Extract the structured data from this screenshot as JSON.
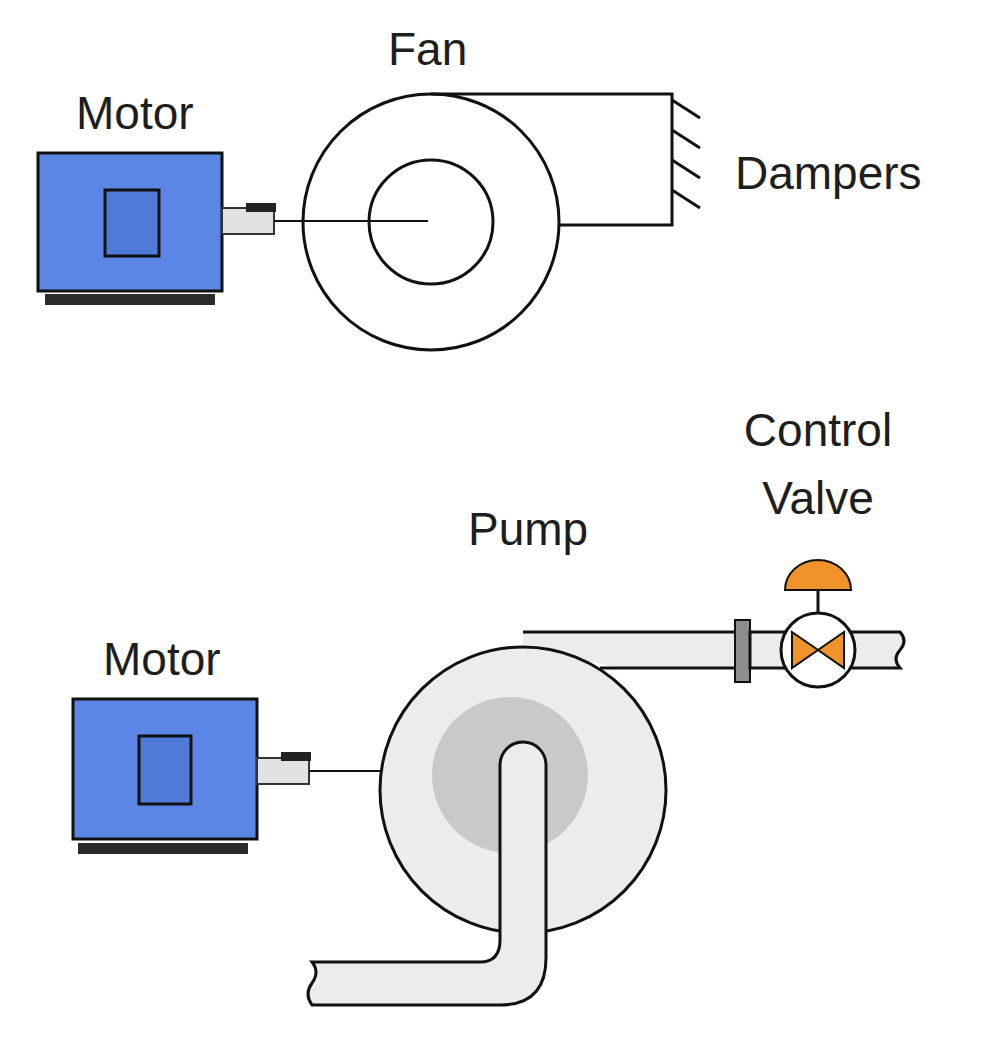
{
  "diagram": {
    "labels": [
      "Fan",
      "Motor",
      "Dampers",
      "Control Valve",
      "Pump",
      "Motor"
    ]
  }
}
